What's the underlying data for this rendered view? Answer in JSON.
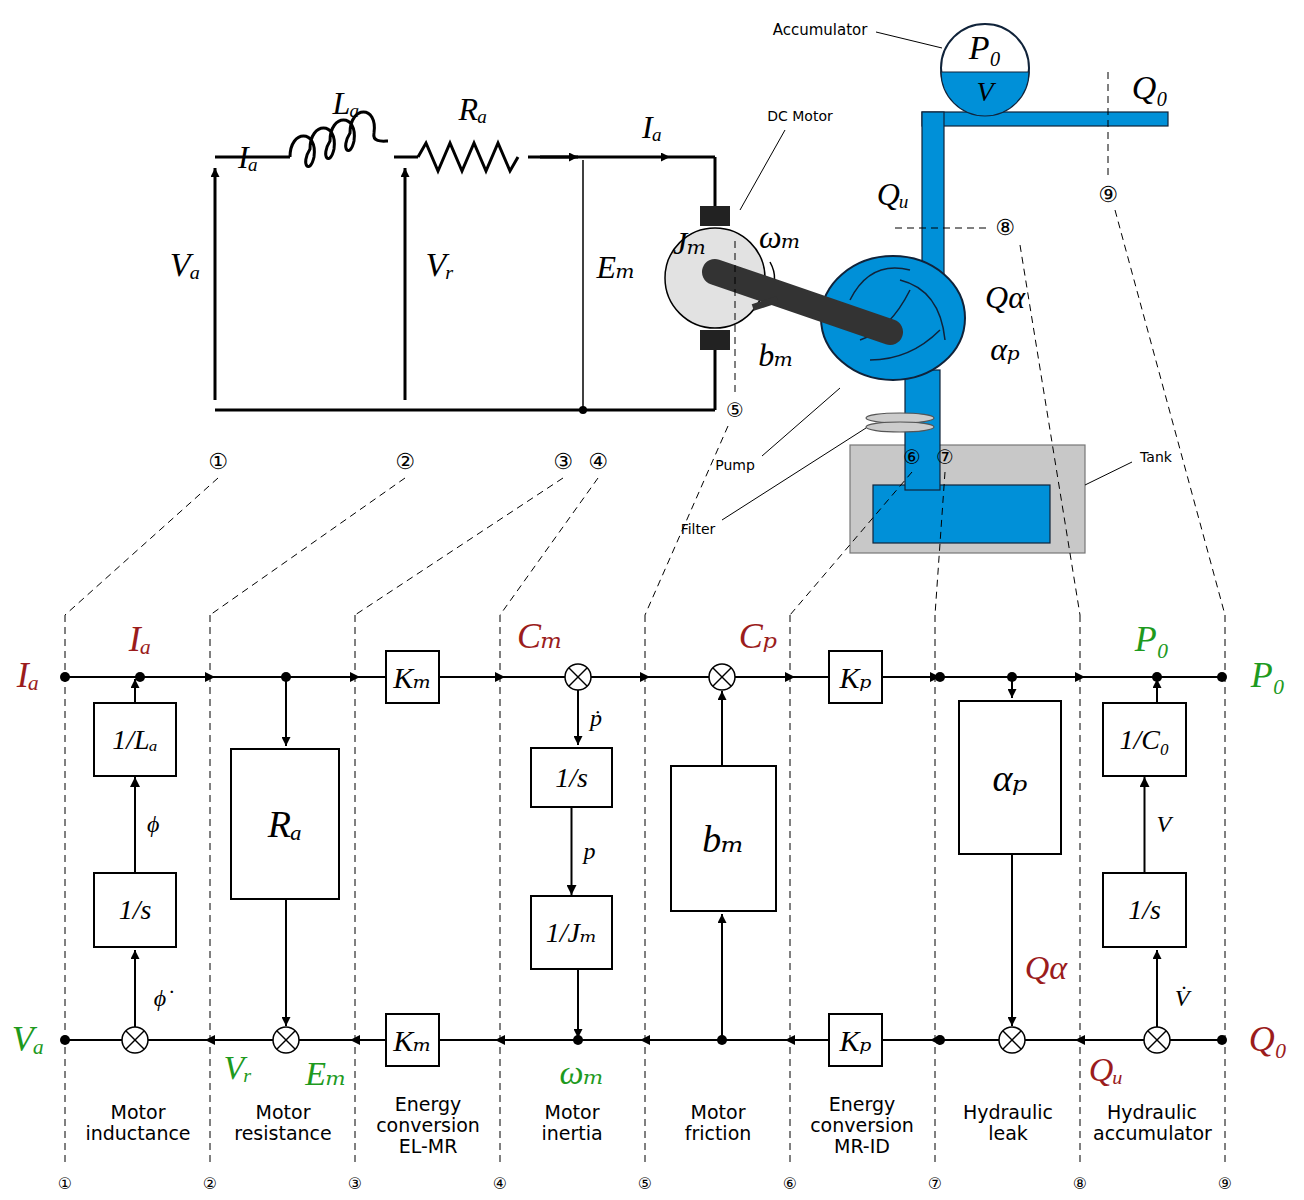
{
  "diagram": {
    "nodes": [
      {
        "text": [
          "1/Lₐ"
        ]
      },
      {
        "text": [
          "1/s"
        ]
      },
      {
        "text": [
          "Rₐ"
        ]
      },
      {
        "text": [
          "Kₘ"
        ]
      },
      {
        "text": [
          "Kₘ"
        ]
      },
      {
        "text": [
          "1/s"
        ]
      },
      {
        "text": [
          "1/Jₘ"
        ]
      },
      {
        "text": [
          "bₘ"
        ]
      },
      {
        "text": [
          "Kₚ"
        ]
      },
      {
        "text": [
          "Kₚ"
        ]
      },
      {
        "text": [
          "αₚ"
        ]
      },
      {
        "text": [
          "1/C₀"
        ]
      },
      {
        "text": [
          "1/s"
        ]
      }
    ],
    "edges": [
      {
        "from": 1,
        "to": 0,
        "arrow": "to",
        "label": "ϕ"
      },
      {
        "from": 5,
        "to": 6,
        "arrow": "to",
        "label": "p"
      },
      {
        "from": 12,
        "to": 11,
        "arrow": "to",
        "label": "V"
      }
    ],
    "labels": [
      "Accumulator",
      "P₀",
      "V",
      "Q₀",
      "Iₐ",
      "Lₐ",
      "Rₐ",
      "Iₐ",
      "DC Motor",
      "Jₘ",
      "ωₘ",
      "Vₐ",
      "Vᵣ",
      "Eₘ",
      "Qᵤ",
      "⑧",
      "⑨",
      "Qα",
      "αₚ",
      "bₘ",
      "⑤",
      "Pump",
      "Filter",
      "Tank",
      "⑥",
      "⑦",
      "①",
      "②",
      "③",
      "④",
      "Iₐ",
      "Iₐ",
      "Cₘ",
      "Cₚ",
      "P₀",
      "P₀",
      "Vₐ",
      "ϕ̇",
      "ṗ",
      "V̇",
      "Vᵣ",
      "Eₘ",
      "ωₘ",
      "Qα",
      "Qᵤ",
      "Q₀",
      "Motor inductance",
      "Motor resistance",
      "Energy conversion EL-MR",
      "Motor inertia",
      "Motor friction",
      "Energy conversion MR-ID",
      "Hydraulic leak",
      "Hydraulic accumulator",
      "①",
      "②",
      "③",
      "④",
      "⑤",
      "⑥",
      "⑦",
      "⑧",
      "⑨"
    ]
  }
}
